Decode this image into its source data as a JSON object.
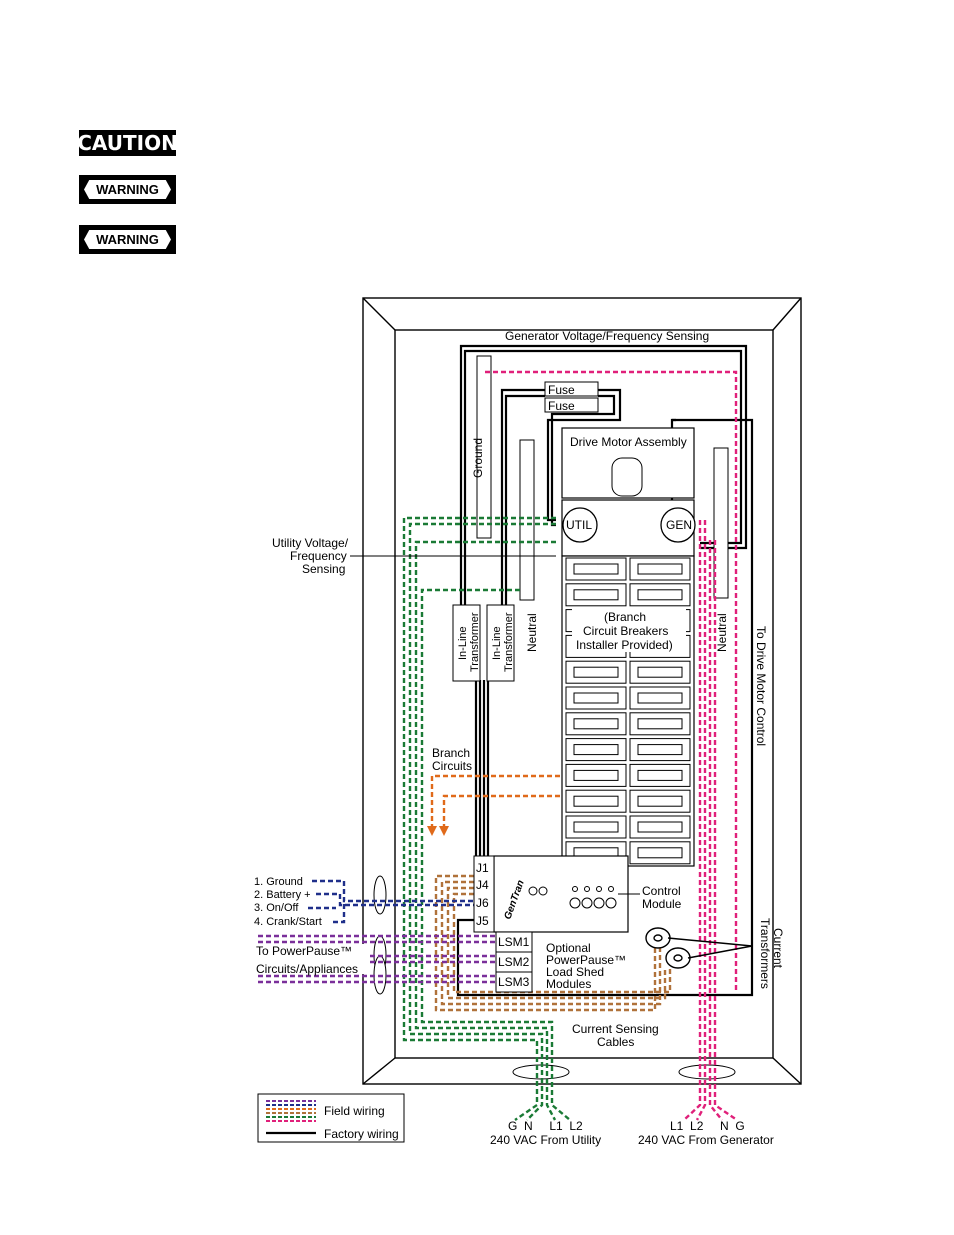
{
  "badges": {
    "caution": "CAUTION",
    "warning_1": "WARNING",
    "warning_2": "WARNING"
  },
  "labels": {
    "gen_sensing": "Generator Voltage/Frequency Sensing",
    "fuse_1": "Fuse",
    "fuse_2": "Fuse",
    "ground": "Ground",
    "drive_motor_assembly": "Drive Motor Assembly",
    "util": "UTIL",
    "gen": "GEN",
    "utility_sensing": [
      "Utility Voltage/",
      "Frequency",
      "Sensing"
    ],
    "inline_transformer_1": [
      "In-Line",
      "Transformer"
    ],
    "inline_transformer_2": [
      "In-Line",
      "Transformer"
    ],
    "neutral_left": "Neutral",
    "neutral_right": "Neutral",
    "branch_breakers": [
      "(Branch",
      "Circuit Breakers",
      "Installer Provided)"
    ],
    "to_drive_motor_control": "To Drive Motor Control",
    "branch_circuits": [
      "Branch",
      "Circuits"
    ],
    "jacks": [
      "J1",
      "J4",
      "J6",
      "J5"
    ],
    "engine_connections": [
      "1. Ground",
      "2. Battery +",
      "3. On/Off",
      "4. Crank/Start"
    ],
    "control_module": [
      "Control",
      "Module"
    ],
    "current_transformers": [
      "Current",
      "Transformers"
    ],
    "to_powerpause": "To PowerPause™",
    "circuits_appliances": "Circuits/Appliances",
    "lsm": [
      "LSM1",
      "LSM2",
      "LSM3"
    ],
    "load_shed": [
      "Optional",
      "PowerPause™",
      "Load Shed",
      "Modules"
    ],
    "current_sensing": [
      "Current Sensing",
      "Cables"
    ],
    "utility_terminals": "G  N     L1  L2",
    "utility_source": "240 VAC From Utility",
    "generator_terminals": "L1  L2     N  G",
    "generator_source": "240 VAC From Generator",
    "logo": "GenTran"
  },
  "legend": {
    "field": "Field wiring",
    "factory": "Factory wiring"
  },
  "colors": {
    "green": "#1a7a35",
    "pink": "#e0207a",
    "orange": "#e06a1a",
    "brown": "#b0723a",
    "navy": "#1f2f8a",
    "purple": "#7a2f9a",
    "black": "#000000"
  }
}
